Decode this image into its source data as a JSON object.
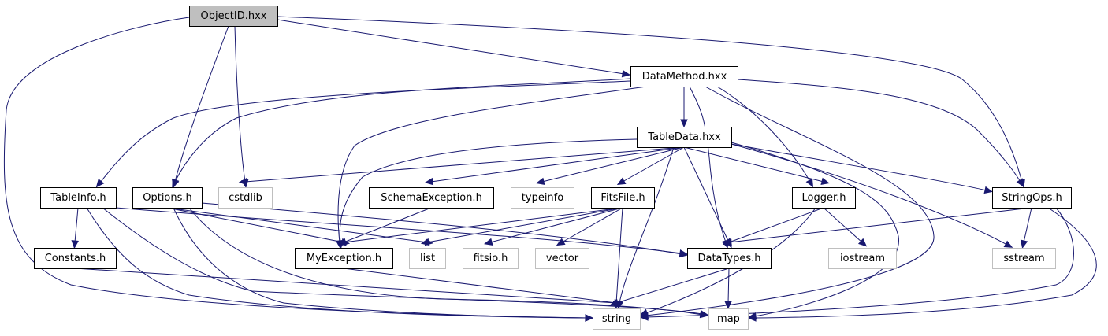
{
  "colors": {
    "edge": "#191970",
    "root_fill": "#bfbfbf",
    "external_border": "#bfbfbf",
    "node_border": "#000000"
  },
  "nodes": {
    "objectid": {
      "label": "ObjectID.hxx",
      "kind": "root"
    },
    "datamethod": {
      "label": "DataMethod.hxx",
      "kind": "local"
    },
    "tabledata": {
      "label": "TableData.hxx",
      "kind": "local"
    },
    "tableinfo": {
      "label": "TableInfo.h",
      "kind": "local"
    },
    "options": {
      "label": "Options.h",
      "kind": "local"
    },
    "cstdlib": {
      "label": "cstdlib",
      "kind": "external"
    },
    "schemaexc": {
      "label": "SchemaException.h",
      "kind": "local"
    },
    "typeinfo": {
      "label": "typeinfo",
      "kind": "external"
    },
    "fitsfile": {
      "label": "FitsFile.h",
      "kind": "local"
    },
    "logger": {
      "label": "Logger.h",
      "kind": "local"
    },
    "stringops": {
      "label": "StringOps.h",
      "kind": "local"
    },
    "constants": {
      "label": "Constants.h",
      "kind": "local"
    },
    "myexc": {
      "label": "MyException.h",
      "kind": "local"
    },
    "list": {
      "label": "list",
      "kind": "external"
    },
    "fitsio": {
      "label": "fitsio.h",
      "kind": "external"
    },
    "vector": {
      "label": "vector",
      "kind": "external"
    },
    "datatypes": {
      "label": "DataTypes.h",
      "kind": "local"
    },
    "iostream": {
      "label": "iostream",
      "kind": "external"
    },
    "sstream": {
      "label": "sstream",
      "kind": "external"
    },
    "string": {
      "label": "string",
      "kind": "external"
    },
    "map": {
      "label": "map",
      "kind": "external"
    }
  },
  "edges": [
    [
      "objectid",
      "datamethod"
    ],
    [
      "objectid",
      "options"
    ],
    [
      "objectid",
      "cstdlib"
    ],
    [
      "objectid",
      "stringops"
    ],
    [
      "objectid",
      "string"
    ],
    [
      "datamethod",
      "tabledata"
    ],
    [
      "datamethod",
      "tableinfo"
    ],
    [
      "datamethod",
      "options"
    ],
    [
      "datamethod",
      "myexc"
    ],
    [
      "datamethod",
      "datatypes"
    ],
    [
      "datamethod",
      "logger"
    ],
    [
      "datamethod",
      "stringops"
    ],
    [
      "datamethod",
      "string"
    ],
    [
      "tabledata",
      "cstdlib"
    ],
    [
      "tabledata",
      "schemaexc"
    ],
    [
      "tabledata",
      "typeinfo"
    ],
    [
      "tabledata",
      "fitsfile"
    ],
    [
      "tabledata",
      "logger"
    ],
    [
      "tabledata",
      "stringops"
    ],
    [
      "tabledata",
      "myexc"
    ],
    [
      "tabledata",
      "datatypes"
    ],
    [
      "tabledata",
      "string"
    ],
    [
      "tabledata",
      "map"
    ],
    [
      "tabledata",
      "sstream"
    ],
    [
      "tableinfo",
      "constants"
    ],
    [
      "tableinfo",
      "datatypes"
    ],
    [
      "tableinfo",
      "string"
    ],
    [
      "tableinfo",
      "map"
    ],
    [
      "options",
      "myexc"
    ],
    [
      "options",
      "list"
    ],
    [
      "options",
      "datatypes"
    ],
    [
      "options",
      "string"
    ],
    [
      "options",
      "map"
    ],
    [
      "schemaexc",
      "myexc"
    ],
    [
      "fitsfile",
      "myexc"
    ],
    [
      "fitsfile",
      "list"
    ],
    [
      "fitsfile",
      "fitsio"
    ],
    [
      "fitsfile",
      "vector"
    ],
    [
      "fitsfile",
      "string"
    ],
    [
      "logger",
      "datatypes"
    ],
    [
      "logger",
      "iostream"
    ],
    [
      "logger",
      "string"
    ],
    [
      "stringops",
      "datatypes"
    ],
    [
      "stringops",
      "sstream"
    ],
    [
      "stringops",
      "string"
    ],
    [
      "stringops",
      "map"
    ],
    [
      "constants",
      "string"
    ],
    [
      "myexc",
      "string"
    ],
    [
      "datatypes",
      "string"
    ],
    [
      "datatypes",
      "map"
    ]
  ]
}
